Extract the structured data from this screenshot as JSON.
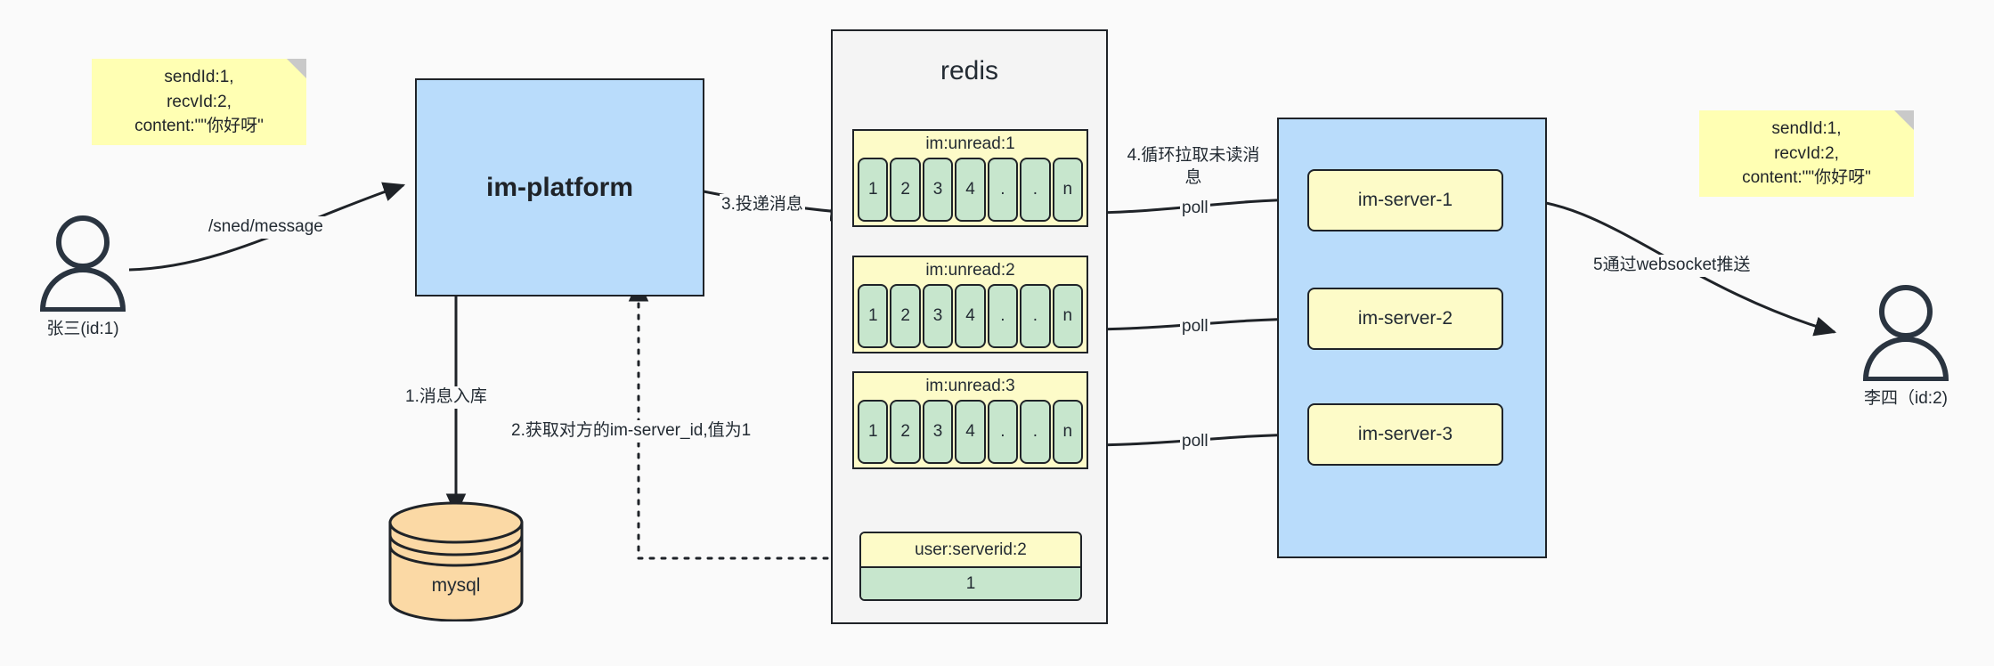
{
  "diagram": {
    "background": "#fafafa",
    "colors": {
      "note": "#ffffb3",
      "platform": "#b9dcfb",
      "server_group": "#b9dcfb",
      "server_box": "#fdfbc8",
      "redis_container": "#f4f4f4",
      "redis_key": "#fdfbc8",
      "redis_cell": "#c7e6cd",
      "mysql": "#fbd9a5",
      "stroke": "#1f2328"
    }
  },
  "notes": {
    "left": "sendId:1,\nrecvId:2,\ncontent:\"\"你好呀\"",
    "right": "sendId:1,\nrecvId:2,\ncontent:\"\"你好呀\""
  },
  "actors": {
    "sender": {
      "caption": "张三(id:1)",
      "icon": "person-icon"
    },
    "receiver": {
      "caption": "李四（id:2)",
      "icon": "person-icon"
    }
  },
  "platform": {
    "label": "im-platform"
  },
  "database": {
    "label": "mysql",
    "icon": "database-cylinder-icon"
  },
  "redis": {
    "title": "redis",
    "unread_groups": [
      {
        "key": "im:unread:1",
        "cells": [
          "1",
          "2",
          "3",
          "4",
          ".",
          ".",
          "n"
        ]
      },
      {
        "key": "im:unread:2",
        "cells": [
          "1",
          "2",
          "3",
          "4",
          ".",
          ".",
          "n"
        ]
      },
      {
        "key": "im:unread:3",
        "cells": [
          "1",
          "2",
          "3",
          "4",
          ".",
          ".",
          "n"
        ]
      }
    ],
    "kv": {
      "key": "user:serverid:2",
      "value": "1"
    }
  },
  "servers": {
    "items": [
      {
        "label": "im-server-1"
      },
      {
        "label": "im-server-2"
      },
      {
        "label": "im-server-3"
      }
    ]
  },
  "edges": {
    "send_message": "/sned/message",
    "step1": "1.消息入库",
    "step2": "2.获取对方的im-server_id,值为1",
    "step3": "3.投递消息",
    "step4": "4.循环拉取未读消\n息",
    "poll1": "poll",
    "poll2": "poll",
    "poll3": "poll",
    "step5": "5通过websocket推送"
  }
}
